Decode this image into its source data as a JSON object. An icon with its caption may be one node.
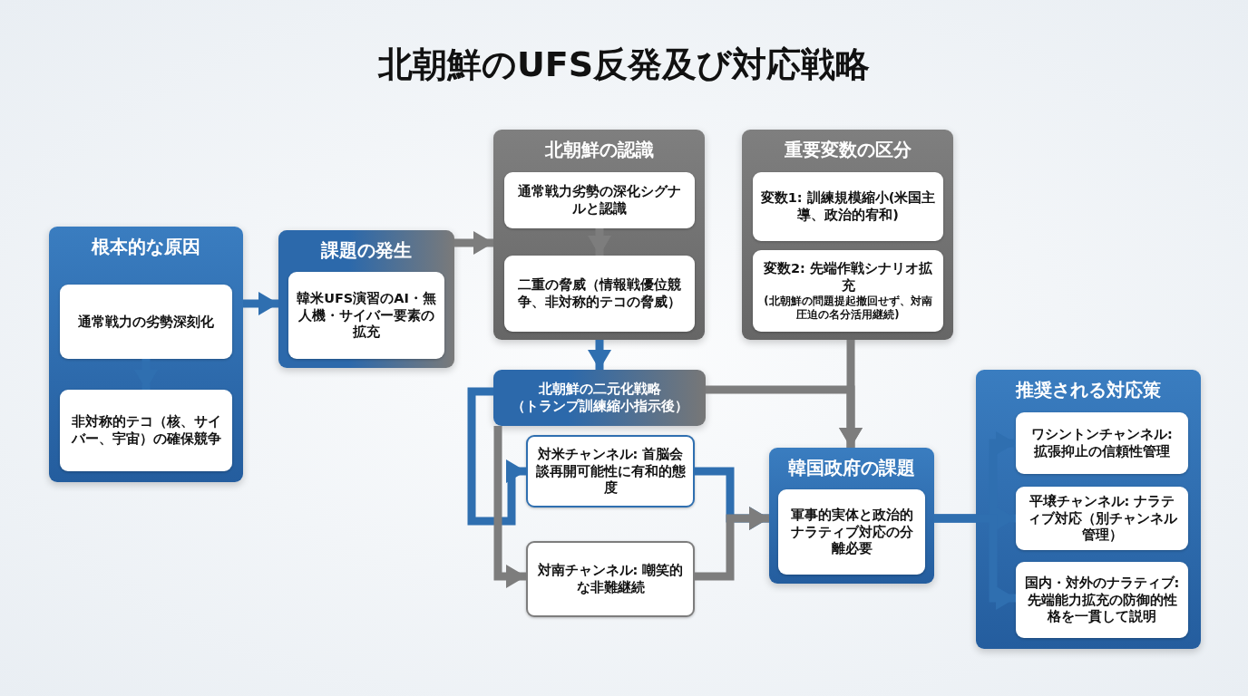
{
  "diagram": {
    "title": "北朝鮮のUFS反発及び対応戦略",
    "nodes": [
      {
        "text": [
          "根本的な原因"
        ]
      },
      {
        "text": [
          "通常戦力の劣勢深刻化"
        ],
        "in": 0
      },
      {
        "text": [
          "非対称的テコ（核、サイバー、宇宙）の確保競争"
        ],
        "in": 0
      },
      {
        "text": [
          "課題の発生"
        ]
      },
      {
        "text": [
          "韓米UFS演習のAI・無人機・サイバー要素の拡充"
        ],
        "in": 3
      },
      {
        "text": [
          "北朝鮮の認識"
        ]
      },
      {
        "text": [
          "通常戦力劣勢の深化シグナルと認識"
        ],
        "in": 5
      },
      {
        "text": [
          "二重の脅威（情報戦優位競争、非対称的テコの脅威）"
        ],
        "in": 5
      },
      {
        "text": [
          "重要変数の区分"
        ]
      },
      {
        "text": [
          "変数1: 訓練規模縮小(米国主導、政治的宥和)"
        ],
        "in": 8
      },
      {
        "text": [
          "変数2: 先端作戦シナリオ拡充",
          "(北朝鮮の問題提起撤回せず、対南圧迫の名分活用継続)"
        ],
        "in": 8
      },
      {
        "text": [
          "北朝鮮の二元化戦略",
          "（トランプ訓練縮小指示後）"
        ]
      },
      {
        "text": [
          "対米チャンネル: 首脳会談再開可能性に有和的態度"
        ]
      },
      {
        "text": [
          "対南チャンネル: 嘲笑的な非難継続"
        ]
      },
      {
        "text": [
          "韓国政府の課題"
        ]
      },
      {
        "text": [
          "軍事的実体と政治的ナラティブ対応の分離必要"
        ],
        "in": 14
      },
      {
        "text": [
          "推奨される対応策"
        ]
      },
      {
        "text": [
          "ワシントンチャンネル: 拡張抑止の信頼性管理"
        ],
        "in": 16
      },
      {
        "text": [
          "平壌チャンネル: ナラティブ対応（別チャンネル管理）"
        ],
        "in": 16
      },
      {
        "text": [
          "国内・対外のナラティブ: 先端能力拡充の防御的性格を一貫して説明"
        ],
        "in": 16
      }
    ],
    "edges": [
      {
        "from": 1,
        "to": 2,
        "arrow": "to"
      },
      {
        "from": 0,
        "to": 3,
        "arrow": "to"
      },
      {
        "from": 3,
        "to": 5,
        "arrow": "to",
        "color": "#7d7d7d"
      },
      {
        "from": 6,
        "to": 7,
        "arrow": "to",
        "color": "#7d7d7d"
      },
      {
        "from": 5,
        "to": 11,
        "arrow": "to"
      },
      {
        "from": 8,
        "to": 14,
        "arrow": "to",
        "color": "#7d7d7d"
      },
      {
        "from": 11,
        "to": 14,
        "arrow": "to",
        "color": "#7d7d7d"
      },
      {
        "from": 11,
        "to": 12,
        "arrow": "to"
      },
      {
        "from": 11,
        "to": 13,
        "arrow": "to",
        "color": "#7d7d7d"
      },
      {
        "from": 12,
        "to": 14,
        "arrow": "to"
      },
      {
        "from": 13,
        "to": 14,
        "arrow": "to",
        "color": "#7d7d7d"
      },
      {
        "from": 14,
        "to": 17,
        "arrow": "to"
      },
      {
        "from": 14,
        "to": 18,
        "arrow": "to"
      },
      {
        "from": 14,
        "to": 19,
        "arrow": "to"
      }
    ]
  }
}
